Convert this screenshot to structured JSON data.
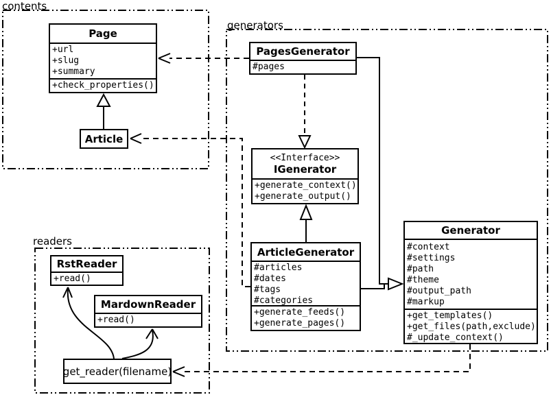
{
  "diagram": {
    "background": "#ffffff",
    "line_color": "#000000",
    "packages": {
      "contents": {
        "label": "contents"
      },
      "generators": {
        "label": "generators"
      },
      "readers": {
        "label": "readers"
      }
    },
    "classes": {
      "page": {
        "title": "Page",
        "attributes": [
          "+url",
          "+slug",
          "+summary"
        ],
        "methods": [
          "+check_properties()"
        ]
      },
      "article": {
        "title": "Article"
      },
      "pages_generator": {
        "title": "PagesGenerator",
        "attributes": [
          "#pages"
        ]
      },
      "igenerator": {
        "stereotype": "<<Interface>>",
        "title": "IGenerator",
        "methods": [
          "+generate_context()",
          "+generate_output()"
        ]
      },
      "article_generator": {
        "title": "ArticleGenerator",
        "attributes": [
          "#articles",
          "#dates",
          "#tags",
          "#categories"
        ],
        "methods": [
          "+generate_feeds()",
          "+generate_pages()"
        ]
      },
      "generator": {
        "title": "Generator",
        "attributes": [
          "#context",
          "#settings",
          "#path",
          "#theme",
          "#output_path",
          "#markup"
        ],
        "methods": [
          "+get_templates()",
          "+get_files(path,exclude)",
          "#_update_context()"
        ]
      },
      "rst_reader": {
        "title": "RstReader",
        "methods": [
          "+read()"
        ]
      },
      "mardown_reader": {
        "title": "MardownReader",
        "methods": [
          "+read()"
        ]
      },
      "get_reader": {
        "label": "get_reader(filename)"
      }
    },
    "relationships": [
      {
        "type": "inheritance",
        "from": "Article",
        "to": "Page"
      },
      {
        "type": "realization",
        "from": "PagesGenerator",
        "to": "IGenerator"
      },
      {
        "type": "realization",
        "from": "ArticleGenerator",
        "to": "IGenerator"
      },
      {
        "type": "inheritance",
        "from": "PagesGenerator",
        "to": "Generator"
      },
      {
        "type": "inheritance",
        "from": "ArticleGenerator",
        "to": "Generator"
      },
      {
        "type": "dependency",
        "from": "PagesGenerator",
        "to": "Page"
      },
      {
        "type": "dependency",
        "from": "ArticleGenerator",
        "to": "Article"
      },
      {
        "type": "dependency",
        "from": "Generator",
        "to": "get_reader(filename)"
      },
      {
        "type": "association",
        "from": "get_reader(filename)",
        "to": "RstReader"
      },
      {
        "type": "association",
        "from": "get_reader(filename)",
        "to": "MardownReader"
      }
    ]
  }
}
